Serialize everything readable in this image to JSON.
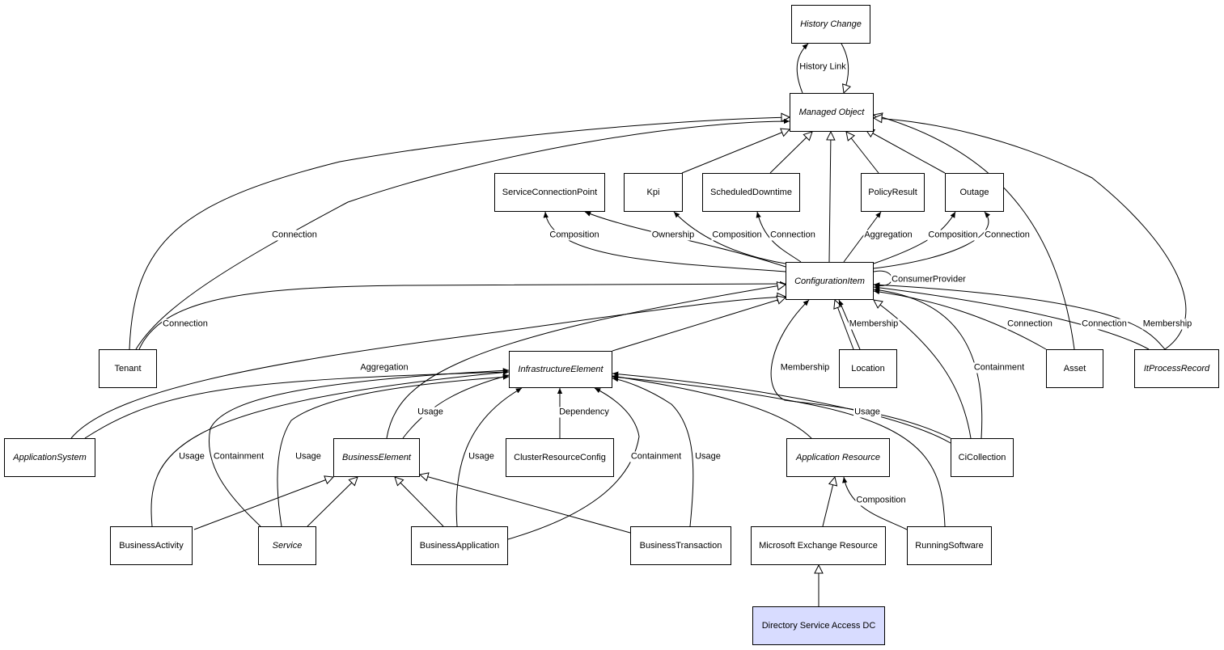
{
  "diagram": {
    "nodes": {
      "history_change": "History Change",
      "managed_object": "Managed Object",
      "service_connection_point": "ServiceConnectionPoint",
      "kpi": "Kpi",
      "scheduled_downtime": "ScheduledDowntime",
      "policy_result": "PolicyResult",
      "outage": "Outage",
      "configuration_item": "ConfigurationItem",
      "tenant": "Tenant",
      "infrastructure_element": "InfrastructureElement",
      "location": "Location",
      "asset": "Asset",
      "it_process_record": "ItProcessRecord",
      "application_system": "ApplicationSystem",
      "business_element": "BusinessElement",
      "cluster_resource_config": "ClusterResourceConfig",
      "application_resource": "Application Resource",
      "ci_collection": "CiCollection",
      "business_activity": "BusinessActivity",
      "service": "Service",
      "business_application": "BusinessApplication",
      "business_transaction": "BusinessTransaction",
      "microsoft_exchange_resource": "Microsoft Exchange Resource",
      "running_software": "RunningSoftware",
      "directory_service_access_dc": "Directory Service Access DC"
    },
    "edge_labels": {
      "history_link": "History Link",
      "tenant_connection_mo": "Connection",
      "composition_scp": "Composition",
      "ownership": "Ownership",
      "composition_kpi": "Composition",
      "connection_sd": "Connection",
      "aggregation_pr": "Aggregation",
      "composition_outage": "Composition",
      "connection_outage": "Connection",
      "consumer_provider": "ConsumerProvider",
      "tenant_connection_ci": "Connection",
      "aggregation_appsys": "Aggregation",
      "membership_location": "Membership",
      "membership_cicoll": "Membership",
      "containment_cicoll": "Containment",
      "connection_asset": "Connection",
      "connection_itpr": "Connection",
      "membership_itpr": "Membership",
      "usage_be": "Usage",
      "dependency": "Dependency",
      "usage_cicoll": "Usage",
      "usage_ba": "Usage",
      "containment_service": "Containment",
      "usage_service": "Usage",
      "usage_bapp": "Usage",
      "containment_bapp": "Containment",
      "usage_bt": "Usage",
      "composition_rs": "Composition"
    }
  }
}
